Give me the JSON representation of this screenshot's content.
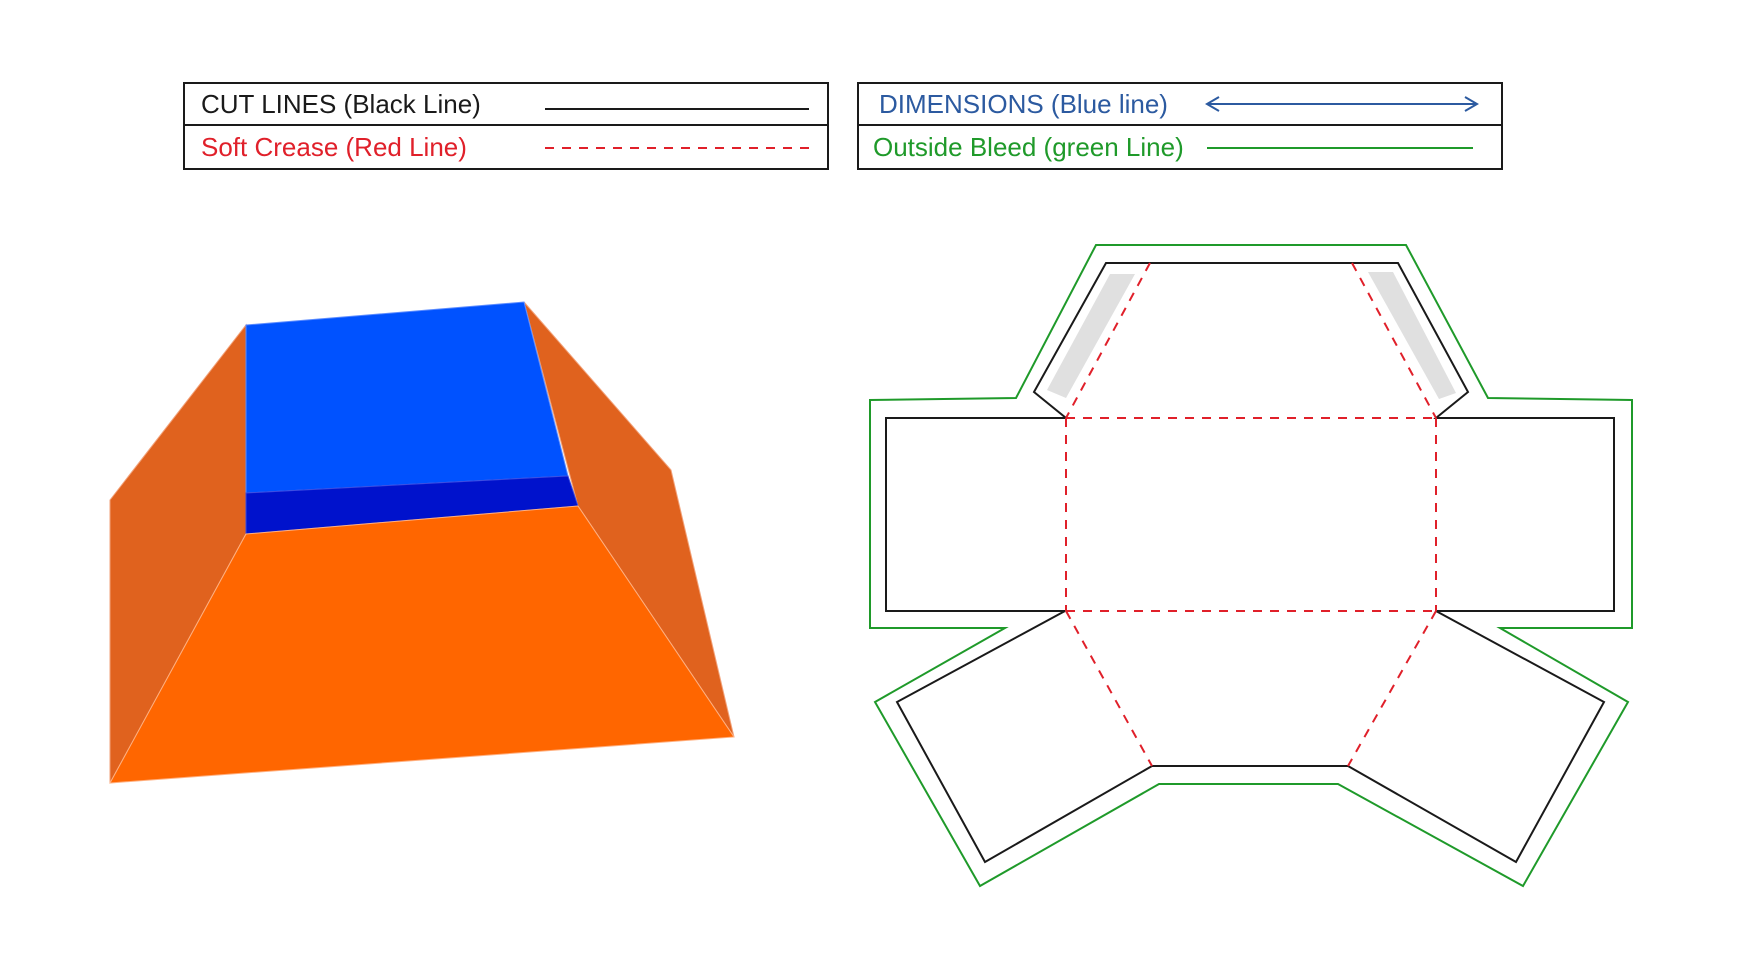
{
  "legend": {
    "cut_lines": {
      "label": "CUT LINES (Black Line)",
      "color": "#1a1a1a",
      "style": "solid"
    },
    "soft_crease": {
      "label": "Soft Crease (Red Line)",
      "color": "#e0202a",
      "style": "dashed"
    },
    "dimensions": {
      "label": "DIMENSIONS (Blue line)",
      "color": "#2c5aa0",
      "style": "double-arrow"
    },
    "outside_bleed": {
      "label": "Outside Bleed (green Line)",
      "color": "#1f9a2a",
      "style": "solid"
    }
  },
  "colors": {
    "box_top": "#0052ff",
    "box_front_rim": "#0012cc",
    "box_front": "#ff6600",
    "box_sides": "#e0621e",
    "glue_tab": "#e0e0e0",
    "cut_line": "#1a1a1a",
    "crease_line": "#e0202a",
    "bleed_line": "#1f9a2a"
  },
  "icons": {
    "box_3d": "box-3d-mockup-icon",
    "dieline": "box-dieline-icon"
  }
}
